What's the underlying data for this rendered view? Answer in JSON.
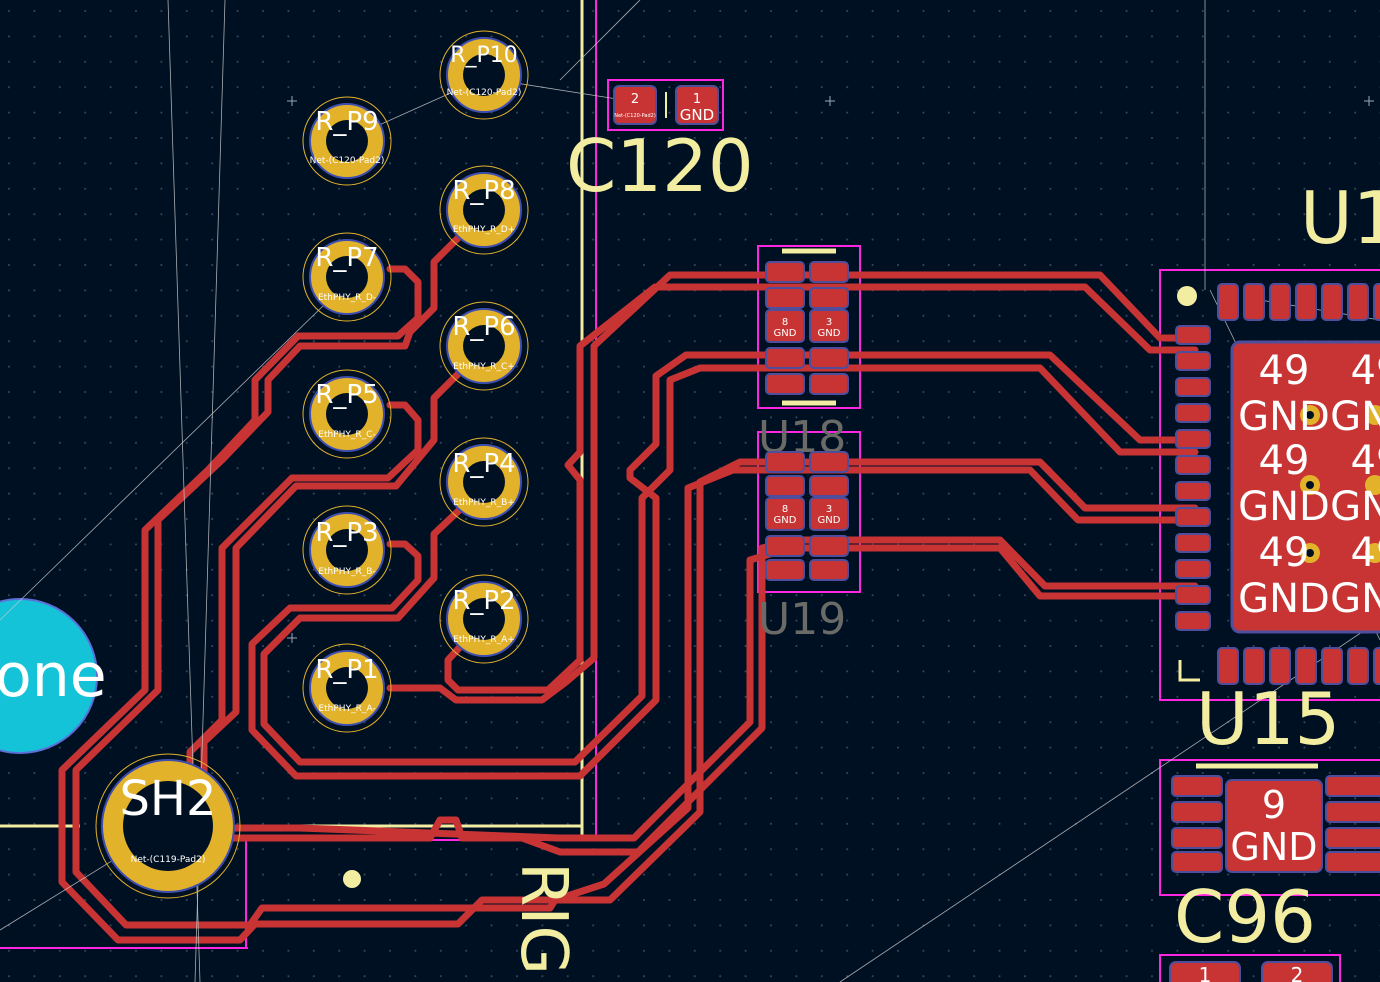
{
  "pads": {
    "r_p10": {
      "name": "R_P10",
      "net": "Net-(C120-Pad2)"
    },
    "r_p9": {
      "name": "R_P9",
      "net": "Net-(C120-Pad2)"
    },
    "r_p8": {
      "name": "R_P8",
      "net": "EthPHY_R_D+"
    },
    "r_p7": {
      "name": "R_P7",
      "net": "EthPHY_R_D-"
    },
    "r_p6": {
      "name": "R_P6",
      "net": "EthPHY_R_C+"
    },
    "r_p5": {
      "name": "R_P5",
      "net": "EthPHY_R_C-"
    },
    "r_p4": {
      "name": "R_P4",
      "net": "EthPHY_R_B+"
    },
    "r_p3": {
      "name": "R_P3",
      "net": "EthPHY_R_B-"
    },
    "r_p2": {
      "name": "R_P2",
      "net": "EthPHY_R_A+"
    },
    "r_p1": {
      "name": "R_P1",
      "net": "EthPHY_R_A-"
    },
    "sh2": {
      "name": "SH2",
      "net": "Net-(C119-Pad2)"
    }
  },
  "c120": {
    "ref": "C120",
    "pad2_num": "2",
    "pad2_net": "Net-(C120-Pad2)",
    "pad1_num": "1",
    "pad1_net": "GND"
  },
  "u18": {
    "ref": "U18",
    "pad_a_num": "8",
    "pad_a_net": "GND",
    "pad_b_num": "3",
    "pad_b_net": "GND"
  },
  "u19": {
    "ref": "U19",
    "pad_a_num": "8",
    "pad_a_net": "GND",
    "pad_b_num": "3",
    "pad_b_net": "GND"
  },
  "u1": {
    "ref": "U1"
  },
  "u1_pads": [
    {
      "num": "49",
      "net": "GND"
    },
    {
      "num": "49",
      "net": "GND"
    },
    {
      "num": "49",
      "net": "GND"
    },
    {
      "num": "49",
      "net": "GND"
    },
    {
      "num": "49",
      "net": "GND"
    },
    {
      "num": "49",
      "net": "GND"
    }
  ],
  "u15": {
    "ref": "U15",
    "pad_num": "9",
    "pad_net": "GND"
  },
  "c96": {
    "ref": "C96",
    "pad1_num": "1",
    "pad2_num": "2"
  },
  "zone_label": "one",
  "edge_label": "RIG",
  "colors": {
    "background": "#001023",
    "copper": "#c83434",
    "pad_gold": "#e2b22a",
    "silkscreen": "#f2eda1",
    "courtyard": "#ff26e2",
    "zone": "#15c3d9"
  }
}
